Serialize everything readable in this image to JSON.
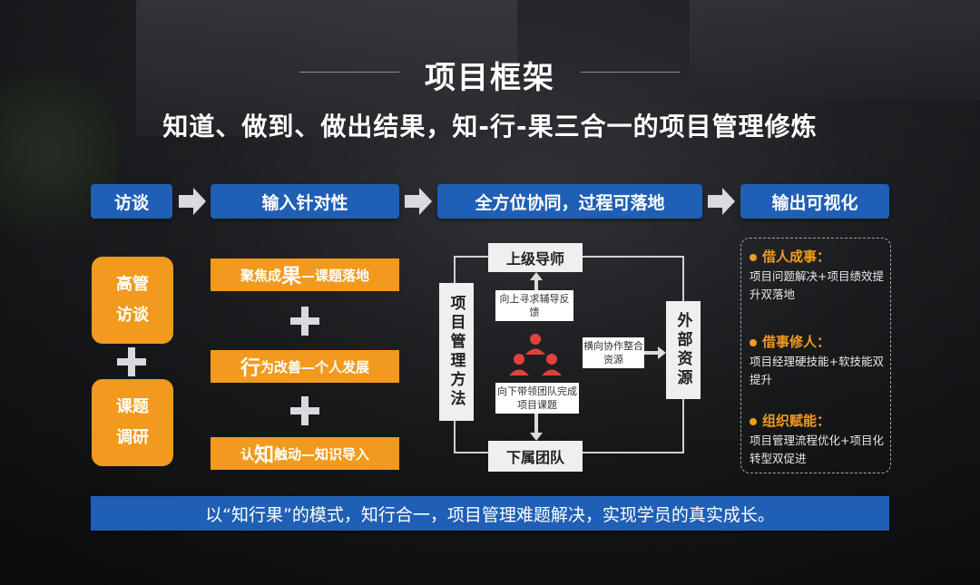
{
  "title": "项目框架",
  "subtitle": "知道、做到、做出结果，知-行-果三合一的项目管理修炼",
  "steps": [
    "访谈",
    "输入针对性",
    "全方位协同，过程可落地",
    "输出可视化"
  ],
  "interview": {
    "box1": [
      "高管",
      "访谈"
    ],
    "box2": [
      "课题",
      "调研"
    ]
  },
  "input_bars": [
    {
      "pre": "聚焦成",
      "big": "果",
      "post": "—课题落地"
    },
    {
      "pre": "",
      "big": "行",
      "post": "为改善—个人发展"
    },
    {
      "pre": "认",
      "big": "知",
      "post": "触动—知识导入"
    }
  ],
  "collab": {
    "top": "上级导师",
    "bottom": "下属团队",
    "left_vertical": "项目管理方法",
    "right_vertical": "外部资源",
    "up_note": "向上寻求辅导反馈",
    "down_note": "向下带领团队完成项目课题",
    "side_note": "横向协作整合资源"
  },
  "outputs": [
    {
      "head": "借人成事：",
      "text": "项目问题解决+项目绩效提升双落地"
    },
    {
      "head": "借事修人：",
      "text": "项目经理硬技能+软技能双提升"
    },
    {
      "head": "组织赋能：",
      "text": "项目管理流程优化+项目化转型双促进"
    }
  ],
  "bottom_statement": "以“知行果”的模式，知行合一，项目管理难题解决，实现学员的真实成长。",
  "colors": {
    "blue": "#1f5fb5",
    "orange": "#f19a1e",
    "light_box": "#efefef",
    "arrow": "#d9dadd"
  }
}
